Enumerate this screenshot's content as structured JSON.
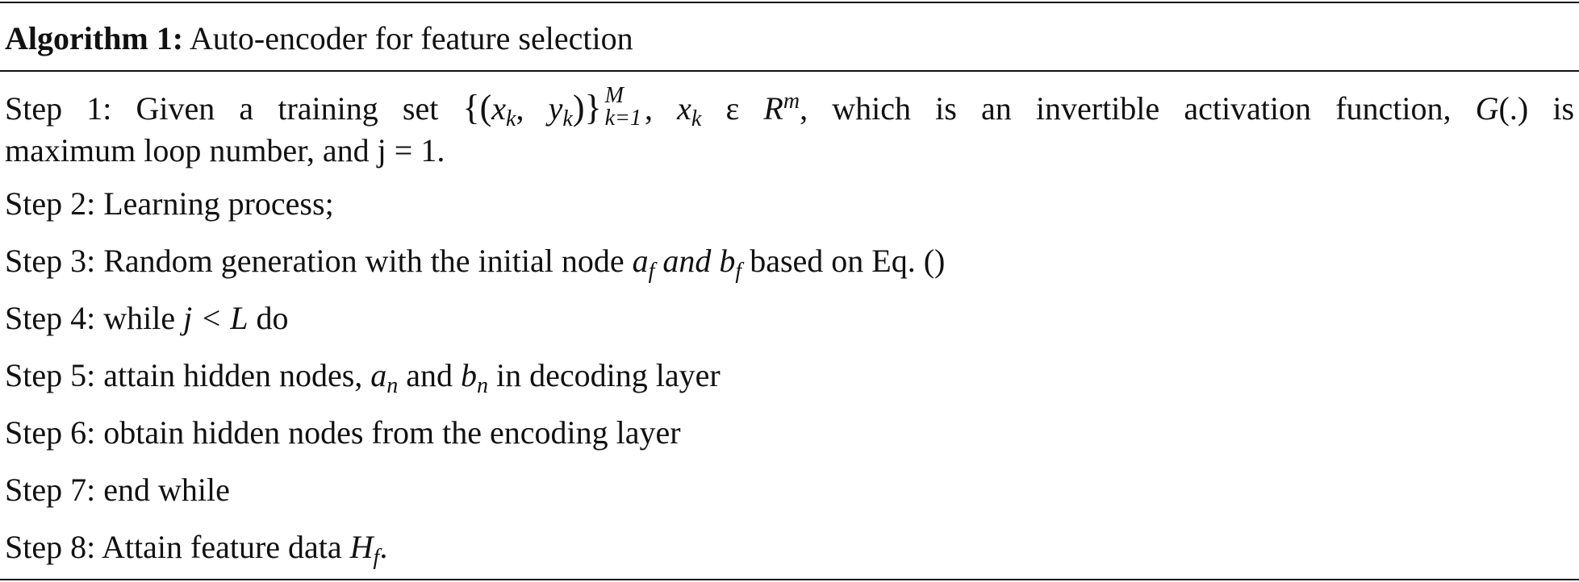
{
  "algorithm": {
    "label": "Algorithm 1:",
    "title": "Auto-encoder for feature selection"
  },
  "steps": {
    "s1": {
      "prefix": "Step 1: Given a training set",
      "set_open": "{(",
      "x": "x",
      "k_sub": "k",
      "comma": ",",
      "y": "y",
      "close": ")}",
      "upper_limit": "M",
      "lower_limit": "k=1",
      "sep": ",",
      "member_x": "x",
      "member_eps": "ε",
      "member_R": "R",
      "member_m": "m",
      "rest_1": ", which is an invertible activation function,",
      "G": "G",
      "rest_2": "(.) is",
      "line2": "maximum loop number, and j = 1."
    },
    "s2": "Step 2: Learning process;",
    "s3": {
      "prefix": "Step 3: Random generation with the initial node",
      "a": "a",
      "f1": "f",
      "and": "and",
      "b": "b",
      "f2": "f",
      "suffix": "based on Eq. ()"
    },
    "s4": {
      "prefix": "Step 4: while",
      "cond": "j < L",
      "suffix": "do"
    },
    "s5": {
      "prefix": "Step 5: attain hidden nodes,",
      "a": "a",
      "n1": "n",
      "mid": "and",
      "b": "b",
      "n2": "n",
      "suffix": "in decoding layer"
    },
    "s6": "Step 6: obtain hidden nodes from the encoding layer",
    "s7": "Step 7: end while",
    "s8": {
      "prefix": "Step 8: Attain feature data",
      "H": "H",
      "f": "f",
      "suffix": "."
    }
  }
}
